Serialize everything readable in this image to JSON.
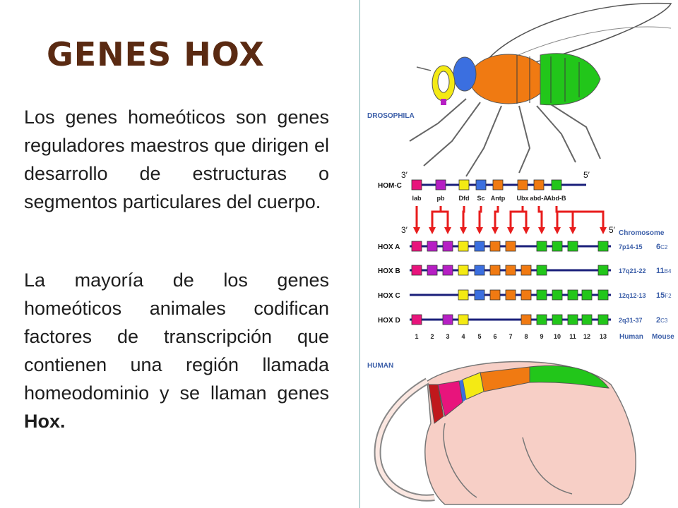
{
  "slide": {
    "title": "GENES HOX",
    "paragraph1": "Los genes homeóticos son genes reguladores maestros que dirigen el desarrollo de estructuras o segmentos particulares del cuerpo.",
    "paragraph2_main": "La mayoría de los genes homeóticos animales codifican factores de transcripción que contienen una región llamada homeodominio y se llaman genes ",
    "paragraph2_bold": "Hox."
  },
  "figure": {
    "drosophila_label": "DROSOPHILA",
    "human_label": "HUMAN",
    "prime3": "3′",
    "prime5": "5′",
    "homc_label": "HOM-C",
    "homc_genes": [
      "lab",
      "pb",
      "Dfd",
      "Sc",
      "Antp",
      "Ubx",
      "abd-A",
      "Abd-B"
    ],
    "chromosome_header": "Chromosome",
    "human_col": "Human",
    "mouse_col": "Mouse",
    "clusters": [
      {
        "name": "HOX A",
        "human": "7p14-15",
        "mouse": "6",
        "mouse_sub": "C2"
      },
      {
        "name": "HOX B",
        "human": "17q21-22",
        "mouse": "11",
        "mouse_sub": "B4"
      },
      {
        "name": "HOX C",
        "human": "12q12-13",
        "mouse": "15",
        "mouse_sub": "F2"
      },
      {
        "name": "HOX D",
        "human": "2q31-37",
        "mouse": "2",
        "mouse_sub": "C3"
      }
    ],
    "paralog_numbers": [
      "1",
      "2",
      "3",
      "4",
      "5",
      "6",
      "7",
      "8",
      "9",
      "10",
      "11",
      "12",
      "13"
    ],
    "colors": {
      "lab": "#e8147c",
      "pb": "#b61fc4",
      "Dfd": "#f4ea14",
      "Sc": "#3b6fe0",
      "Antp": "#f07a12",
      "posterior": "#22c61a",
      "arrow": "#e81c1c",
      "line": "#1a1f7a",
      "label": "#3b5ea8",
      "title": "#5a2a12"
    }
  }
}
